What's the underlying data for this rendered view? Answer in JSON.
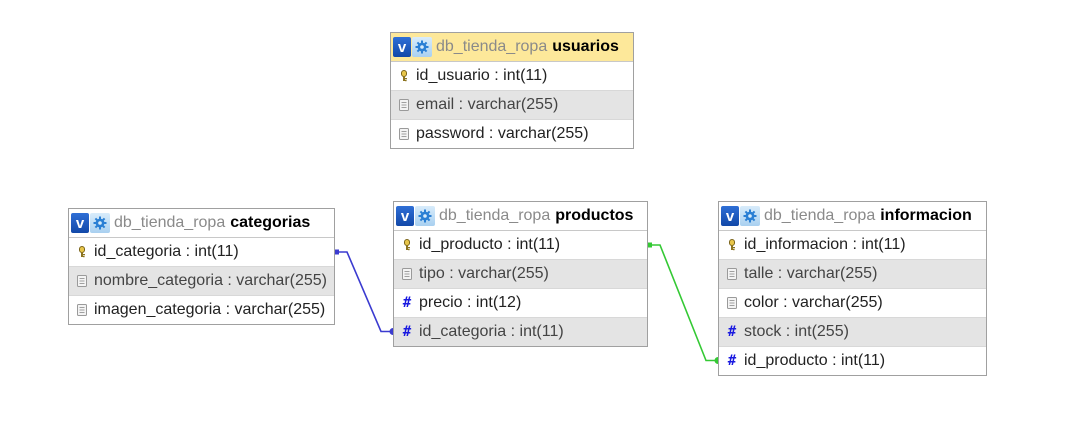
{
  "tables": {
    "usuarios": {
      "db": "db_tienda_ropa",
      "name": "usuarios",
      "columns": [
        {
          "text": "id_usuario : int(11)",
          "type": "key"
        },
        {
          "text": "email : varchar(255)",
          "type": "text"
        },
        {
          "text": "password : varchar(255)",
          "type": "text"
        }
      ]
    },
    "categorias": {
      "db": "db_tienda_ropa",
      "name": "categorias",
      "columns": [
        {
          "text": "id_categoria : int(11)",
          "type": "key"
        },
        {
          "text": "nombre_categoria : varchar(255)",
          "type": "text"
        },
        {
          "text": "imagen_categoria : varchar(255)",
          "type": "text"
        }
      ]
    },
    "productos": {
      "db": "db_tienda_ropa",
      "name": "productos",
      "columns": [
        {
          "text": "id_producto : int(11)",
          "type": "key"
        },
        {
          "text": "tipo : varchar(255)",
          "type": "text"
        },
        {
          "text": "precio : int(12)",
          "type": "number"
        },
        {
          "text": "id_categoria : int(11)",
          "type": "number"
        }
      ]
    },
    "informacion": {
      "db": "db_tienda_ropa",
      "name": "informacion",
      "columns": [
        {
          "text": "id_informacion : int(11)",
          "type": "key"
        },
        {
          "text": "talle : varchar(255)",
          "type": "text"
        },
        {
          "text": "color : varchar(255)",
          "type": "text"
        },
        {
          "text": "stock : int(255)",
          "type": "number"
        },
        {
          "text": "id_producto : int(11)",
          "type": "number"
        }
      ]
    }
  },
  "relations": [
    {
      "from": "categorias.id_categoria",
      "to": "productos.id_categoria",
      "color": "#3b3bd0"
    },
    {
      "from": "productos.id_producto",
      "to": "informacion.id_producto",
      "color": "#34c934"
    }
  ],
  "colors": {
    "header_highlight": "#fde89a",
    "alt_row": "#e4e4e4",
    "number_icon": "#1a1ae0"
  }
}
